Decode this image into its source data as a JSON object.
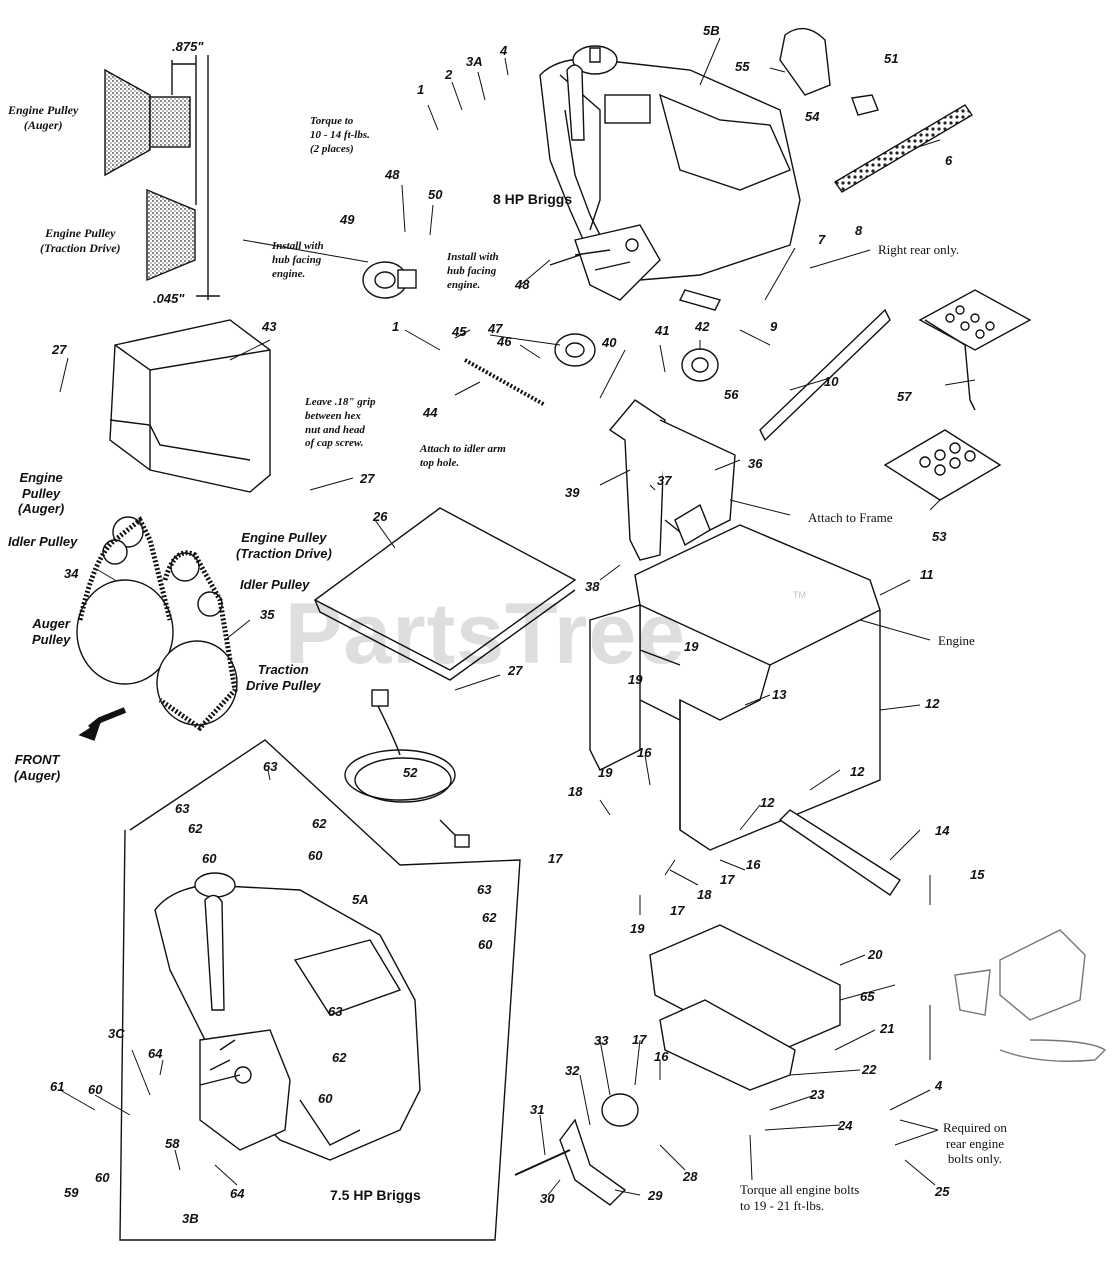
{
  "watermark": {
    "brand": "PartsTree",
    "tm": "TM"
  },
  "pulley_spec": {
    "dim_top": ".875\"",
    "dim_bottom": ".045\"",
    "engine_pulley_auger": "Engine Pulley\n(Auger)",
    "engine_pulley_traction": "Engine Pulley\n(Traction Drive)"
  },
  "notes": {
    "torque_pulley": "Torque to\n10 - 14 ft-lbs.\n(2 places)",
    "install_hub_engine_1": "Install with\nhub facing\nengine.",
    "install_hub_engine_2": "Install with\nhub facing\nengine.",
    "leave_grip": "Leave .18\" grip\nbetween hex\nnut and head\nof cap screw.",
    "attach_idler": "Attach to idler arm\ntop hole.",
    "right_rear_only": "Right rear only.",
    "attach_to_frame": "Attach to Frame",
    "engine": "Engine",
    "required_rear": "Required on\nrear engine\nbolts only.",
    "torque_engine": "Torque all engine bolts\nto 19 - 21 ft-lbs."
  },
  "engines": {
    "eight_hp": "8 HP Briggs",
    "seven_five_hp": "7.5 HP Briggs"
  },
  "belt_diagram": {
    "engine_pulley_auger": "Engine\nPulley\n(Auger)",
    "idler_pulley_left": "Idler Pulley",
    "engine_pulley_traction": "Engine Pulley\n(Traction Drive)",
    "idler_pulley_right": "Idler Pulley",
    "auger_pulley": "Auger\nPulley",
    "traction_drive_pulley": "Traction\nDrive Pulley",
    "front": "FRONT\n(Auger)"
  },
  "callouts": {
    "c1a": "1",
    "c2": "2",
    "c3a": "3A",
    "c4a": "4",
    "c5b": "5B",
    "c55": "55",
    "c54": "54",
    "c51": "51",
    "c6": "6",
    "c48a": "48",
    "c50": "50",
    "c49": "49",
    "c48b": "48",
    "c7": "7",
    "c8": "8",
    "c27a": "27",
    "c43": "43",
    "c1b": "1",
    "c45": "45",
    "c47": "47",
    "c41": "41",
    "c42": "42",
    "c9": "9",
    "c46": "46",
    "c40": "40",
    "c56": "56",
    "c10": "10",
    "c57": "57",
    "c44": "44",
    "c39": "39",
    "c36": "36",
    "c27b": "27",
    "c37": "37",
    "c26": "26",
    "c53": "53",
    "c34": "34",
    "c38": "38",
    "c11": "11",
    "c35": "35",
    "c19a": "19",
    "c19b": "19",
    "c13": "13",
    "c27c": "27",
    "c12a": "12",
    "c52": "52",
    "c63a": "63",
    "c16a": "16",
    "c18a": "18",
    "c19c": "19",
    "c12b": "12",
    "c63b": "63",
    "c62a": "62",
    "c62b": "62",
    "c60a": "60",
    "c60b": "60",
    "c14": "14",
    "c12c": "12",
    "c17a": "17",
    "c16b": "16",
    "c17b": "17",
    "c18b": "18",
    "c17c": "17",
    "c15": "15",
    "c63c": "63",
    "c5a": "5A",
    "c62c": "62",
    "c60c": "60",
    "c19d": "19",
    "c20": "20",
    "c65": "65",
    "c63d": "63",
    "c62d": "62",
    "c60d": "60",
    "c3c": "3C",
    "c64a": "64",
    "c61": "61",
    "c60e": "60",
    "c21": "21",
    "c22": "22",
    "c33": "33",
    "c17d": "17",
    "c16c": "16",
    "c32": "32",
    "c4b": "4",
    "c23": "23",
    "c58": "58",
    "c24": "24",
    "c31": "31",
    "c28": "28",
    "c59": "59",
    "c60f": "60",
    "c64b": "64",
    "c3b": "3B",
    "c30": "30",
    "c29": "29",
    "c25": "25"
  }
}
